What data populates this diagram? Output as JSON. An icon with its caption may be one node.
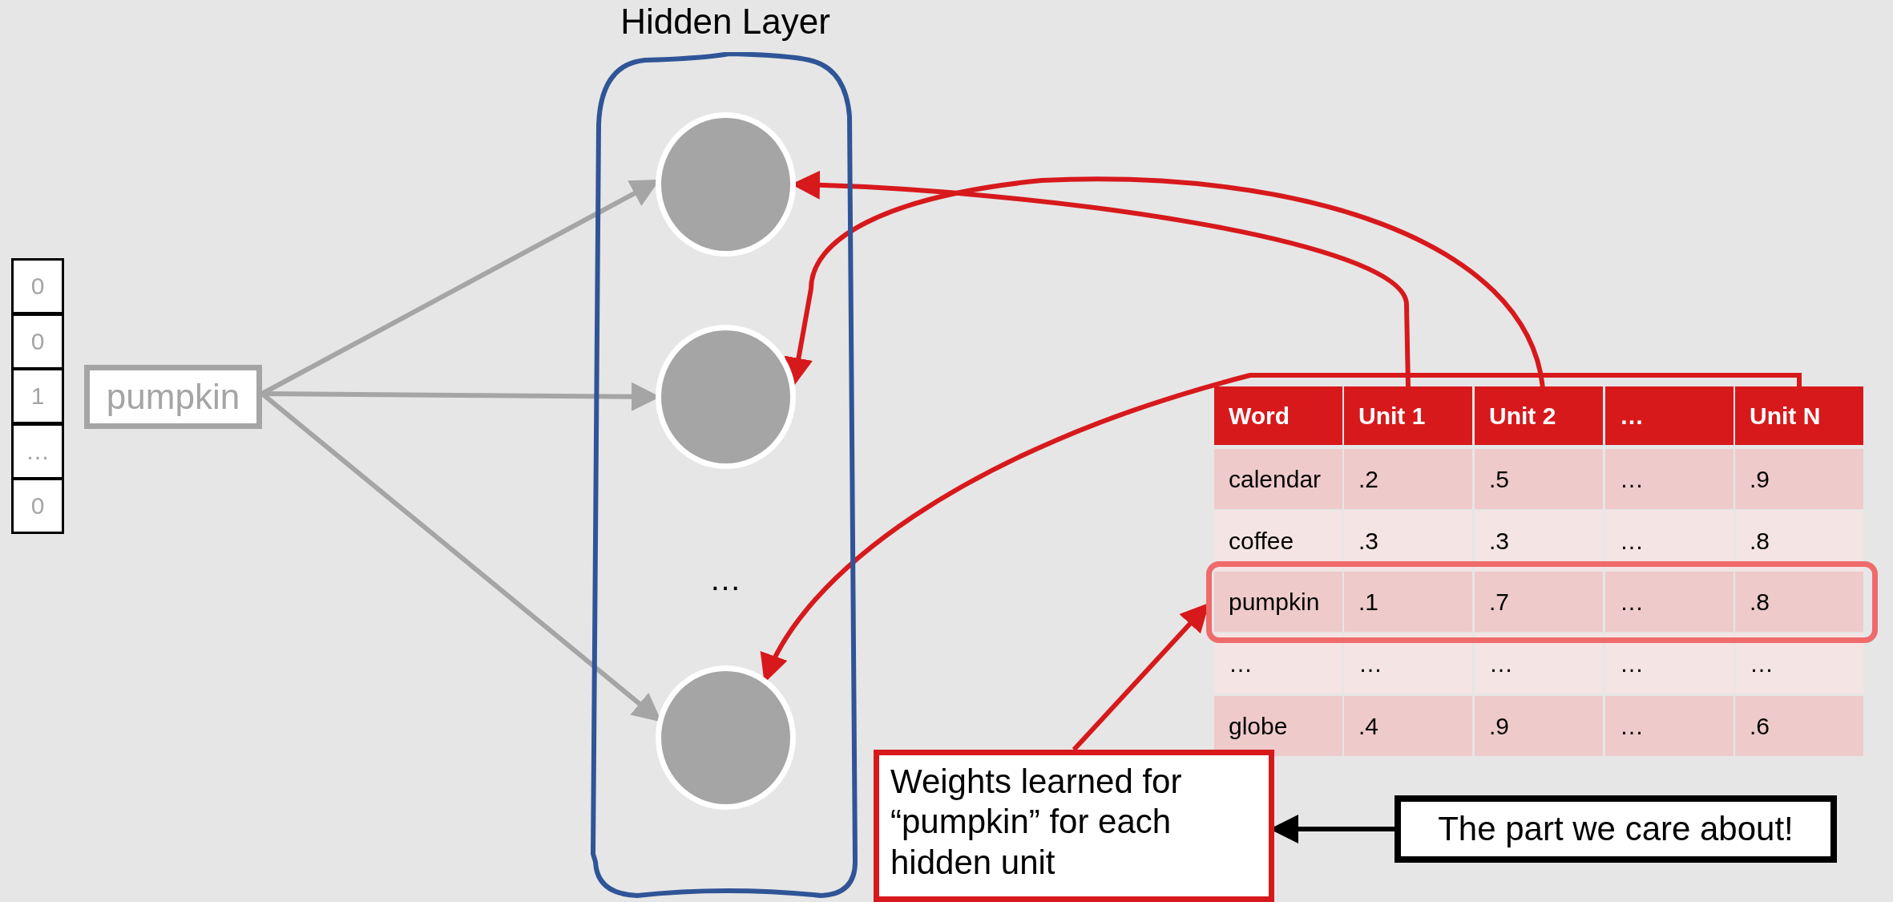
{
  "diagram": {
    "nodes": [
      {
        "text": [
          "Hidden Layer"
        ]
      },
      {
        "text": [],
        "shape": "circle",
        "in": 0
      },
      {
        "text": [],
        "shape": "circle",
        "in": 0
      },
      {
        "text": [],
        "shape": "circle",
        "in": 0
      },
      {
        "text": [
          "pumpkin"
        ]
      },
      {
        "text": [
          "Word"
        ]
      },
      {
        "text": [
          "Unit 1"
        ]
      },
      {
        "text": [
          "Unit 2"
        ]
      },
      {
        "text": [
          "…"
        ]
      },
      {
        "text": [
          "Unit N"
        ]
      },
      {
        "text": [],
        "shape": "box"
      },
      {
        "text": [
          "Weights learned for “pumpkin” for each hidden unit"
        ]
      },
      {
        "text": [
          "The part we care about!"
        ]
      }
    ],
    "edges": [
      {
        "from": 4,
        "to": 1,
        "arrow": "to",
        "color": "#a5a5a5"
      },
      {
        "from": 4,
        "to": 2,
        "arrow": "to",
        "color": "#a5a5a5"
      },
      {
        "from": 4,
        "to": 3,
        "arrow": "to",
        "color": "#a5a5a5"
      },
      {
        "from": 6,
        "to": 1,
        "arrow": "to",
        "color": "#d7191c"
      },
      {
        "from": 7,
        "to": 2,
        "arrow": "to",
        "color": "#d7191c"
      },
      {
        "from": 9,
        "to": 3,
        "arrow": "to",
        "color": "#d7191c"
      },
      {
        "from": 11,
        "to": 10,
        "arrow": "to",
        "color": "#d7191c"
      },
      {
        "from": 12,
        "to": 11,
        "arrow": "to",
        "color": "#000000"
      }
    ],
    "labels": [
      "0",
      "0",
      "1",
      "…",
      "0",
      "…",
      "calendar",
      ".2",
      ".5",
      "…",
      ".9",
      "coffee",
      ".3",
      ".3",
      "…",
      ".8",
      "pumpkin",
      ".1",
      ".7",
      "…",
      ".8",
      "…",
      "…",
      "…",
      "…",
      "…",
      "globe",
      ".4",
      ".9",
      "…",
      ".6"
    ]
  }
}
